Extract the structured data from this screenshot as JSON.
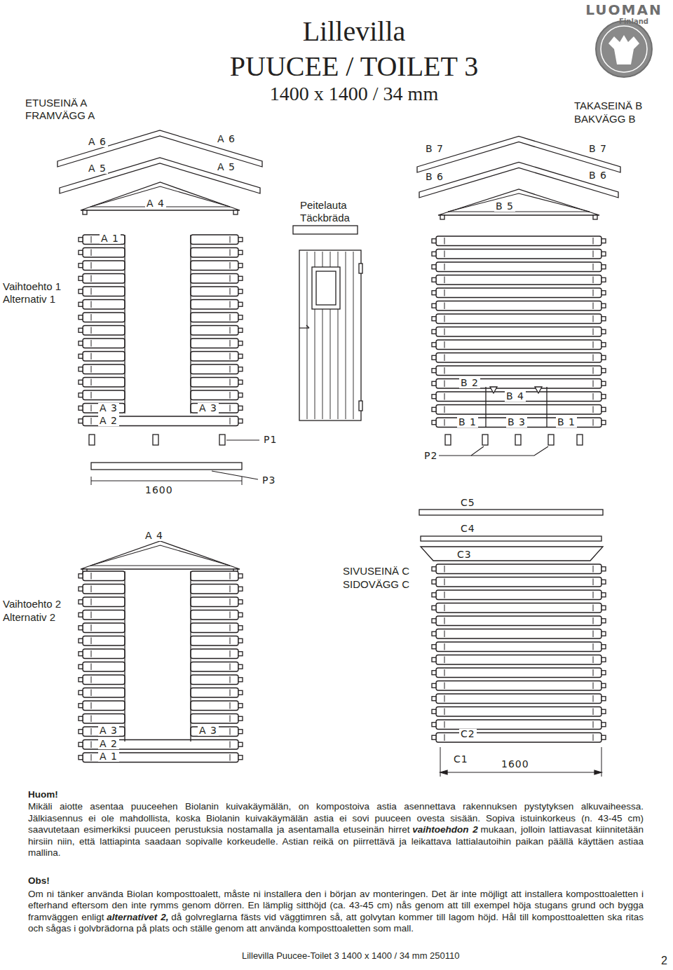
{
  "diagram": {
    "title": "Lillevilla",
    "labels": [
      "PUUCEE / TOILET 3",
      "1400 x 1400 / 34 mm",
      "ETUSEINÄ A",
      "FRAMVÄGG A",
      "LUOMAN",
      "Finland",
      "TAKASEINÄ B",
      "BAKVÄGG B",
      "A 6",
      "A 6",
      "A 5",
      "A 5",
      "A 4",
      "B 7",
      "B 7",
      "B 6",
      "B 6",
      "B 5",
      "Peitelauta",
      "Täckbräda",
      "A 1",
      "Vaihtoehto 1",
      "Alternativ 1",
      "A 3",
      "A 3",
      "A 2",
      "P1",
      "B 2",
      "B 4",
      "B 1",
      "B 3",
      "B 1",
      "P2",
      "1600",
      "P3",
      "C5",
      "C4",
      "C3",
      "A 4",
      "SIVUSEINÄ C",
      "SIDOVÄGG C",
      "Vaihtoehto 2",
      "Alternativ 2",
      "A 3",
      "A 3",
      "A 2",
      "C2",
      "A 1",
      "C1",
      "1600",
      "Huom!",
      "Mikäli aiotte asentaa puuceehen Biolanin kuivakäymälän, on kompostoiva astia asennettava rakennuksen pystytyksen alkuvaiheessa. Jälkiasennus ei ole mahdollista, koska Biolanin kuivakäymälän astia ei sovi puuceen ovesta sisään. Sopiva istuinkorkeus (n. 43-45 cm) saavutetaan esimerkiksi puuceen perustuksia nostamalla ja asentamalla etuseinän hirret",
      "vaihtoehdon 2",
      "mukaan, jolloin lattiavasat kiinnitetään hirsiin niin, että lattiapinta saadaan sopivalle korkeudelle. Astian reikä on piirrettävä ja leikattava lattialautoihin paikan päällä käyttäen astiaa mallina.",
      "Obs!",
      "Om ni tänker använda Biolan komposttoalett, måste ni installera den i början av monteringen. Det är inte möjligt att installera komposttoaletten i efterhand eftersom den inte rymms genom dörren. En lämplig sitthöjd (ca. 43-45 cm) nås genom att till exempel höja stugans grund och bygga framväggen enligt",
      "alternativet 2,",
      "då golvreglarna fästs vid väggtimren så, att golvytan kommer till lagom höjd. Hål till komposttoaletten ska ritas och sågas i golvbrädorna på plats och ställe genom att använda komposttoaletten som mall.",
      "Lillevilla Puucee-Toilet 3 1400 x 1400 / 34 mm 250110",
      "2"
    ]
  }
}
